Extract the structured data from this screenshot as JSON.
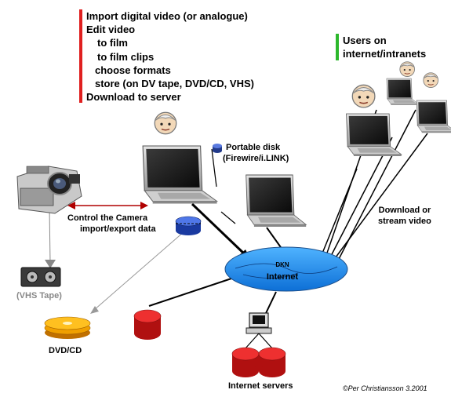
{
  "workflow_steps": [
    "Import digital video (or analogue)",
    "Edit video",
    "to film",
    "to film clips",
    "choose formats",
    "store  (on DV tape, DVD/CD, VHS)",
    "Download to server"
  ],
  "users_label": [
    "Users on",
    "internet/intranets"
  ],
  "labels": {
    "portable_disk": [
      "Portable disk",
      "(Firewire/i.LINK)"
    ],
    "control_camera": [
      "Control the Camera",
      "import/export data"
    ],
    "download_stream": [
      "Download or",
      "stream video"
    ],
    "vhs_tape": "(VHS Tape)",
    "dvd_cd": "DVD/CD",
    "internet_servers": "Internet servers",
    "network_top": "DKN",
    "network_bottom": "Internet",
    "copyright": "©Per Christiansson 3.2001"
  },
  "colors": {
    "steps_bar": "#e02020",
    "users_bar": "#2db82d",
    "network_fill": "#1e90ff",
    "disk_red": "#d81818",
    "disk_blue": "#2050c8",
    "dvd_gold": "#f0a000",
    "control_arrow": "#b00000"
  },
  "icons": [
    "laptop-icon",
    "camcorder-icon",
    "user-face-icon",
    "vhs-tape-icon",
    "dvd-disc-icon",
    "server-disk-icon",
    "terminal-icon",
    "portable-disk-icon"
  ]
}
